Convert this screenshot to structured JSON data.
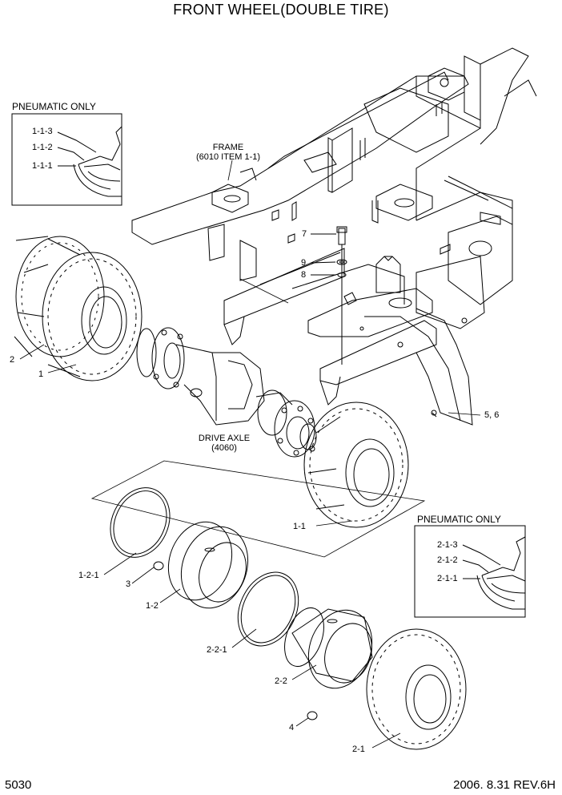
{
  "title": "FRONT WHEEL(DOUBLE TIRE)",
  "page_number": "5030",
  "revision": "2006. 8.31  REV.6H",
  "inset_top": {
    "title": "PNEUMATIC ONLY",
    "labels": [
      "1-1-3",
      "1-1-2",
      "1-1-1"
    ]
  },
  "inset_bottom": {
    "title": "PNEUMATIC ONLY",
    "labels": [
      "2-1-3",
      "2-1-2",
      "2-1-1"
    ]
  },
  "callouts": {
    "frame_line1": "FRAME",
    "frame_line2": "(6010 ITEM 1-1)",
    "drive_axle_line1": "DRIVE AXLE",
    "drive_axle_line2": "(4060)",
    "c7": "7",
    "c9": "9",
    "c8": "8",
    "c2": "2",
    "c1": "1",
    "c56": "5, 6",
    "c1_1": "1-1",
    "c1_2_1": "1-2-1",
    "c3": "3",
    "c1_2": "1-2",
    "c2_2_1": "2-2-1",
    "c2_2": "2-2",
    "c4": "4",
    "c2_1": "2-1"
  }
}
